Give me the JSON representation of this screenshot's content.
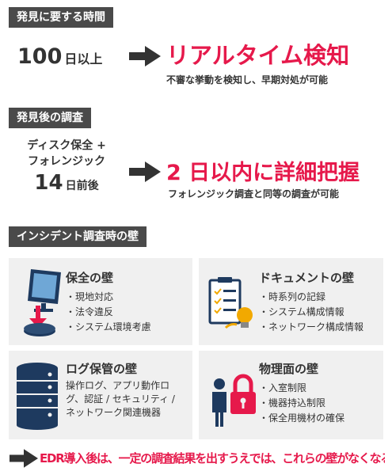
{
  "section1": {
    "tag": "発見に要する時間",
    "before_number": "100",
    "before_unit": "日以上",
    "after_big": "リアルタイム検知",
    "after_sub": "不審な挙動を検知し、早期対処が可能"
  },
  "section2": {
    "tag": "発見後の調査",
    "before_line1": "ディスク保全 +",
    "before_line2": "フォレンジック",
    "before_number": "14",
    "before_unit": "日前後",
    "after_big": "2 日以内に詳細把握",
    "after_sub": "フォレンジック調査と同等の調査が可能"
  },
  "section3": {
    "tag": "インシデント調査時の壁",
    "panels": [
      {
        "title": "保全の壁",
        "items": [
          "現地対応",
          "法令違反",
          "システム環境考慮"
        ]
      },
      {
        "title": "ドキュメントの壁",
        "items": [
          "時系列の記録",
          "システム構成情報",
          "ネットワーク構成情報"
        ]
      },
      {
        "title": "ログ保管の壁",
        "text": "操作ログ、アプリ動作ログ、認証 / セキュリティ / ネットワーク関連機器"
      },
      {
        "title": "物理面の壁",
        "items": [
          "入室制限",
          "機器持込制限",
          "保全用機材の確保"
        ]
      }
    ]
  },
  "footer": {
    "text": "EDR導入後は、一定の調査結果を出すうえでは、これらの壁がなくなる。"
  },
  "colors": {
    "accent": "#e6194b",
    "tag_bg": "#4a4a4a",
    "panel_bg": "#f0f0f0",
    "icon_blue": "#1e3a5f"
  }
}
